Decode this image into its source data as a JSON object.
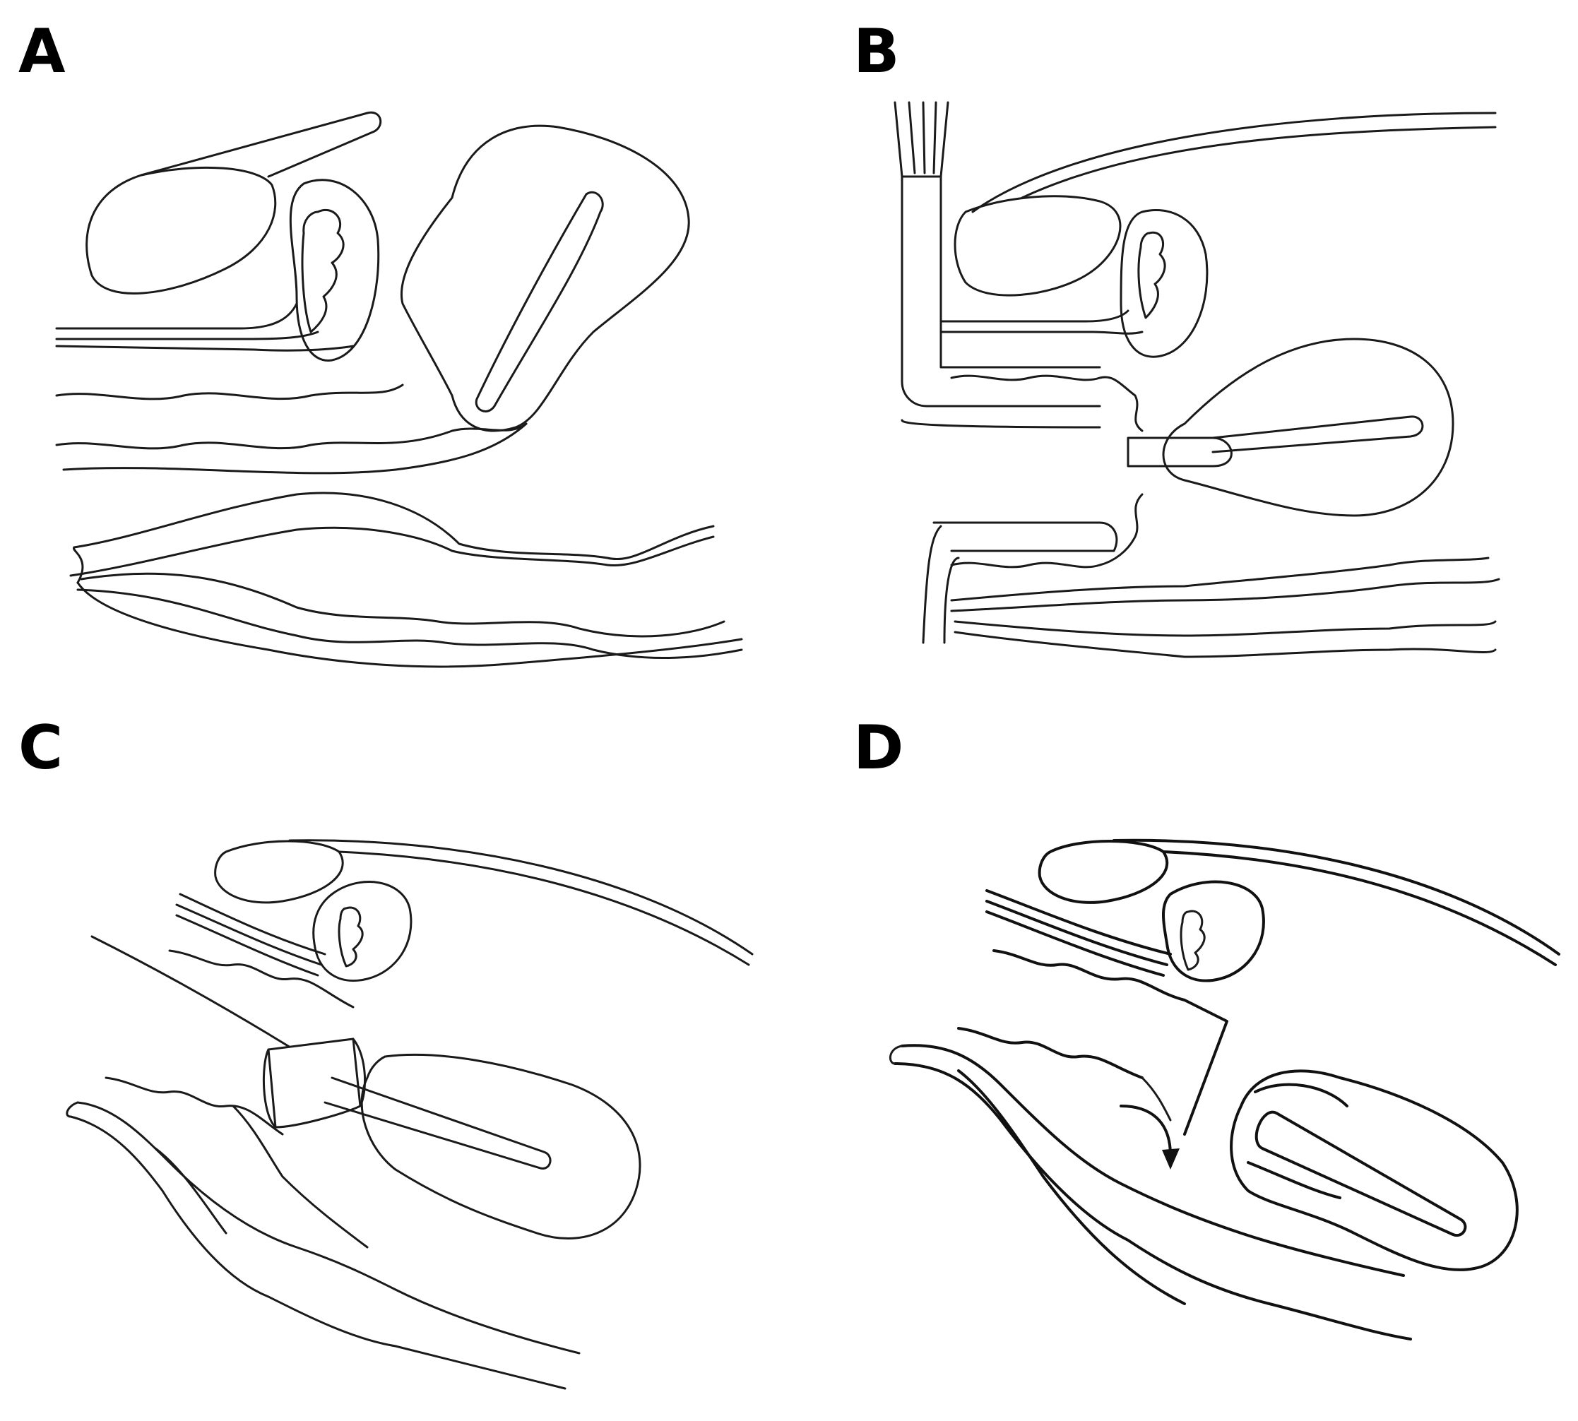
{
  "figure": {
    "panels": [
      {
        "label": "A",
        "content": "sagittal-anatomy-normal"
      },
      {
        "label": "B",
        "content": "sagittal-anatomy-uterine-manipulator"
      },
      {
        "label": "C",
        "content": "sagittal-anatomy-cuff-ring"
      },
      {
        "label": "D",
        "content": "sagittal-anatomy-colpotomy-arrow"
      }
    ]
  },
  "colors": {
    "line": "#1a1a1a",
    "background": "#ffffff"
  }
}
